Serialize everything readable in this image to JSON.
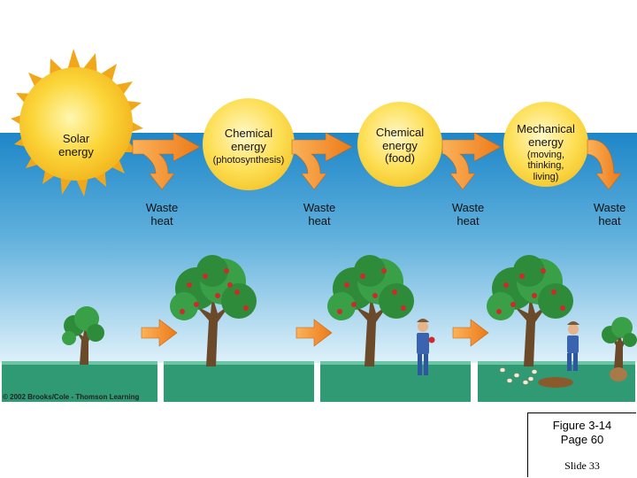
{
  "nodes": {
    "solar": "Solar\nenergy",
    "chem_photo": "Chemical\nenergy",
    "chem_photo_sub": "(photosynthesis)",
    "chem_food": "Chemical\nenergy\n(food)",
    "mech": "Mechanical\nenergy",
    "mech_sub": "(moving,\nthinking,\nliving)"
  },
  "waste": [
    "Waste\nheat",
    "Waste\nheat",
    "Waste\nheat",
    "Waste\nheat"
  ],
  "copyright": "© 2002 Brooks/Cole - Thomson Learning",
  "caption": {
    "figure": "Figure 3-14",
    "page": "Page 60",
    "slide": "Slide 33"
  },
  "colors": {
    "sky_top": "#1e86c8",
    "sky_bottom": "#d9eef8",
    "ground": "#2f9a74",
    "ground_light": "#6cc6a6",
    "sun": "#f6c21a",
    "circle": "#fbd33a",
    "arrow": "#f08a1f"
  }
}
